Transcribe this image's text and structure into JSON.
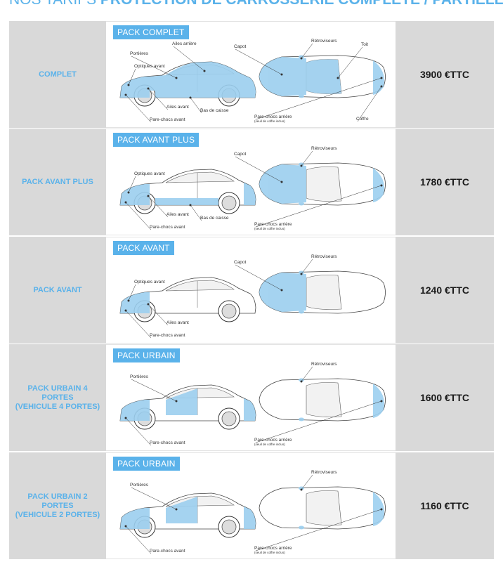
{
  "header": {
    "prefix": "NOS TARIFS",
    "title": "PROTECTION DE CARROSSERIE COMPLETE / PARTIELLE"
  },
  "colors": {
    "accent": "#5ab2ea",
    "panel": "#d9d9d9"
  },
  "rows": [
    {
      "label_lines": [
        "COMPLET"
      ],
      "badge": "PACK COMPLET",
      "price": "3900 €TTC",
      "ann": {
        "ailes_arriere": "Ailes arrière",
        "portieres": "Portières",
        "optiques_avant": "Optiques avant",
        "ailes_avant": "Ailes avant",
        "bas_de_caisse": "Bas de caisse",
        "parechocs_avant": "Pare-chocs avant",
        "capot": "Capot",
        "retroviseurs": "Rétroviseurs",
        "toit": "Toit",
        "parechocs_arriere": "Pare-chocs arrière",
        "seuil": "(seuil de coffre inclus)",
        "coffre": "Coffre"
      }
    },
    {
      "label_lines": [
        "PACK AVANT PLUS"
      ],
      "badge": "PACK AVANT PLUS",
      "price": "1780 €TTC",
      "ann": {
        "optiques_avant": "Optiques avant",
        "ailes_avant": "Ailes avant",
        "bas_de_caisse": "Bas de caisse",
        "parechocs_avant": "Pare-chocs avant",
        "capot": "Capot",
        "retroviseurs": "Rétroviseurs",
        "parechocs_arriere": "Pare-chocs arrière",
        "seuil": "(seuil de coffre inclus)"
      }
    },
    {
      "label_lines": [
        "PACK AVANT"
      ],
      "badge": "PACK AVANT",
      "price": "1240 €TTC",
      "ann": {
        "optiques_avant": "Optiques avant",
        "ailes_avant": "Ailes avant",
        "parechocs_avant": "Pare-chocs avant",
        "capot": "Capot",
        "retroviseurs": "Rétroviseurs"
      }
    },
    {
      "label_lines": [
        "PACK URBAIN 4",
        "PORTES",
        "(VEHICULE 4 PORTES)"
      ],
      "badge": "PACK URBAIN",
      "price": "1600 €TTC",
      "ann": {
        "portieres": "Portières",
        "parechocs_avant": "Pare-chocs avant",
        "retroviseurs": "Rétroviseurs",
        "parechocs_arriere": "Pare-chocs arrière",
        "seuil": "(seuil de coffre inclus)"
      }
    },
    {
      "label_lines": [
        "PACK URBAIN 2",
        "PORTES",
        "(VEHICULE 2 PORTES)"
      ],
      "badge": "PACK URBAIN",
      "price": "1160 €TTC",
      "ann": {
        "portieres": "Portières",
        "parechocs_avant": "Pare-chocs avant",
        "retroviseurs": "Rétroviseurs",
        "parechocs_arriere": "Pare-chocs arrière",
        "seuil": "(seuil de coffre inclus)"
      }
    }
  ]
}
